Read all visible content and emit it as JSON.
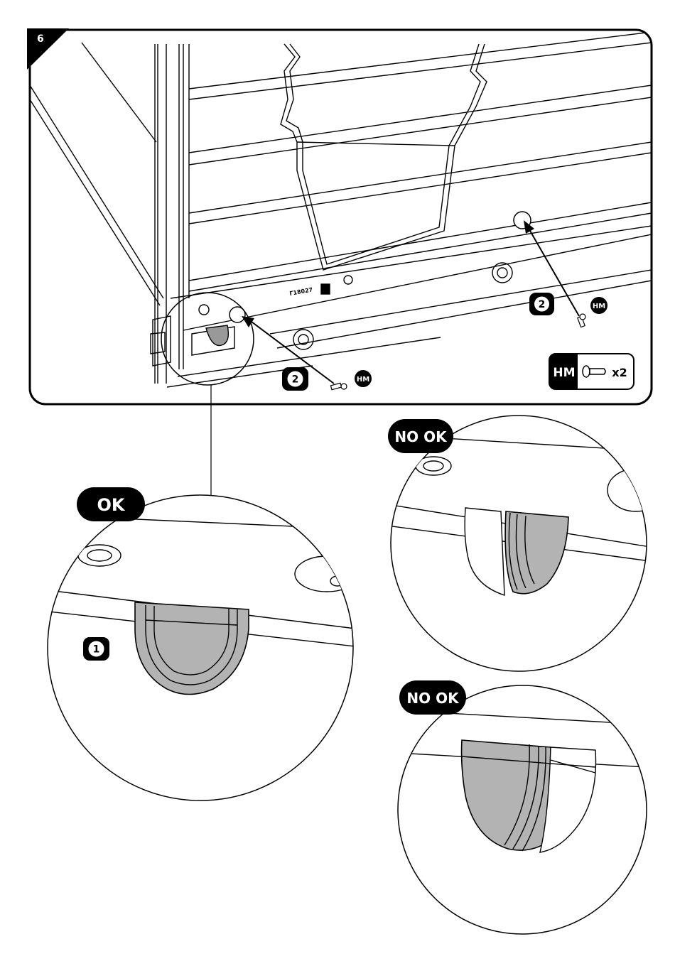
{
  "step": {
    "number": "6"
  },
  "screw_callouts": [
    {
      "step_ref": "2",
      "part_code": "HM"
    },
    {
      "step_ref": "2",
      "part_code": "HM"
    }
  ],
  "parts_box": {
    "code": "HM",
    "quantity": "x2"
  },
  "part_marking": "Г18027",
  "details": {
    "ok": {
      "label": "OK",
      "step_ref": "1"
    },
    "no_ok_1": {
      "label": "NO OK"
    },
    "no_ok_2": {
      "label": "NO OK"
    }
  },
  "colors": {
    "ink": "#000000",
    "fill_grey": "#b3b3b3",
    "paper": "#ffffff"
  }
}
